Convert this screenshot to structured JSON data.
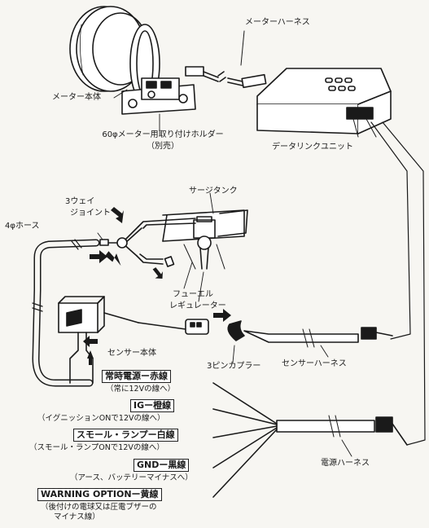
{
  "labels": {
    "meter_harness": "メーターハーネス",
    "meter_body": "メーター本体",
    "holder_line1": "60φメーター用取り付けホルダー",
    "holder_line2": "（別売）",
    "data_link_unit": "データリンクユニット",
    "surge_tank": "サージタンク",
    "three_way_line1": "3ウェイ",
    "three_way_line2": "ジョイント",
    "hose_4phi": "4φホース",
    "fuel_reg_line1": "フューエル",
    "fuel_reg_line2": "レギュレーター",
    "sensor_body": "センサー本体",
    "three_pin_coupler": "3ピンカプラー",
    "sensor_harness": "センサーハーネス",
    "power_harness": "電源ハーネス"
  },
  "wires": [
    {
      "label": "常時電源ー赤線",
      "note": "（常に12Vの線へ）"
    },
    {
      "label": "IGー橙線",
      "note": "（イグニッションONで12Vの線へ）"
    },
    {
      "label": "スモール・ランプー白線",
      "note": "（スモール・ランプONで12Vの線へ）"
    },
    {
      "label": "GNDー黒線",
      "note": "（アース、バッテリーマイナスへ）"
    },
    {
      "label": "WARNING OPTIONー黄線",
      "note": "（後付けの電球又は圧電ブザーの",
      "note2": "マイナス線）"
    }
  ]
}
